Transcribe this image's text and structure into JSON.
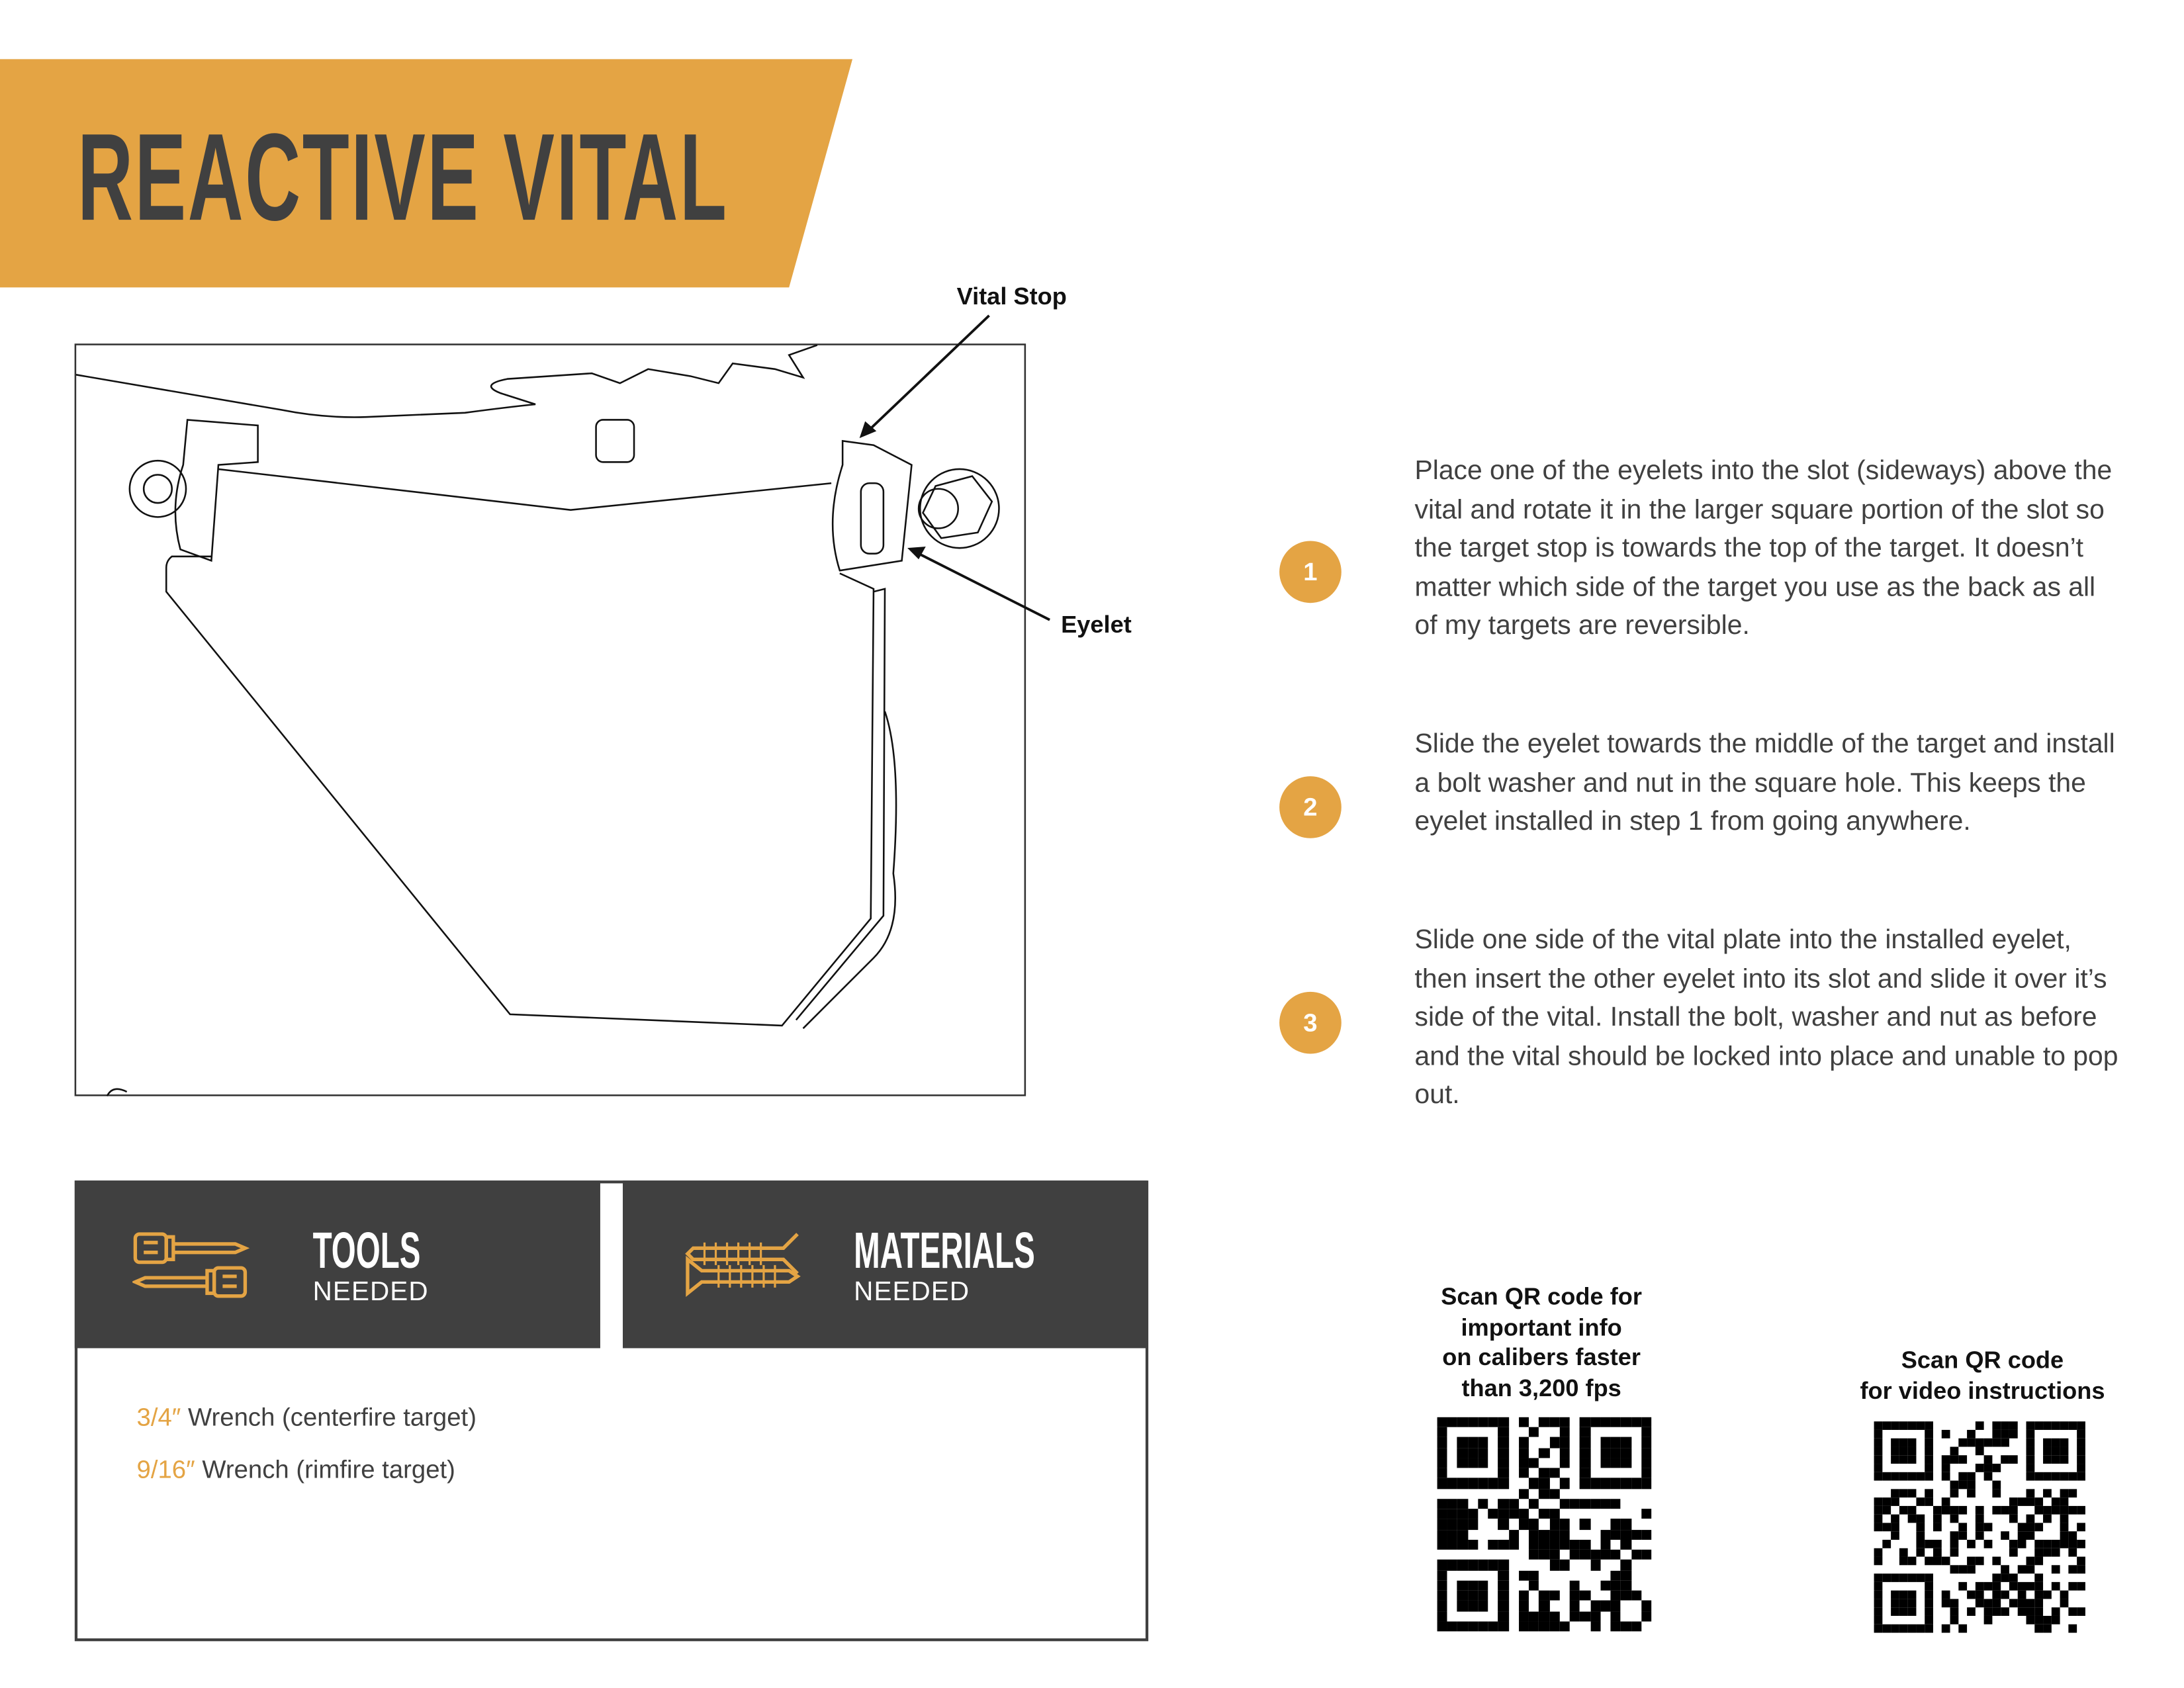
{
  "header": {
    "title": "REACTIVE VITAL",
    "color": "#E4A444"
  },
  "diagram": {
    "callouts": {
      "vital_stop": "Vital Stop",
      "eyelet": "Eyelet"
    }
  },
  "steps": [
    {
      "number": "1",
      "text": "Place one of the eyelets into the slot (sideways) above the vital and rotate it in the larger square portion of the slot so the target stop is towards the top of the target. It doesn’t matter which side of the target you use as the back as all of my targets are reversible."
    },
    {
      "number": "2",
      "text": "Slide the eyelet towards the middle of the target and install a bolt washer and nut in the square hole. This keeps the eyelet installed in step 1 from going anywhere."
    },
    {
      "number": "3",
      "text": "Slide one side of the vital plate into the installed eyelet, then insert the other eyelet into its slot and slide it over it’s side of the vital. Install the bolt, washer and nut as before and the vital should be locked into place and unable to pop out."
    }
  ],
  "tools": {
    "title": "TOOLS",
    "subtitle": "NEEDED",
    "icon": "screwdrivers-icon",
    "items": [
      {
        "size": "3/4″",
        "label": "Wrench (centerfire target)"
      },
      {
        "size": "9/16″",
        "label": "Wrench (rimfire target)"
      }
    ]
  },
  "materials": {
    "title": "MATERIALS",
    "subtitle": "NEEDED",
    "icon": "screws-icon"
  },
  "qr_codes": [
    {
      "caption_lines": [
        "Scan QR code for",
        "important info",
        "on calibers faster",
        "than 3,200 fps"
      ]
    },
    {
      "caption_lines": [
        "Scan QR code",
        "for video instructions"
      ]
    }
  ]
}
